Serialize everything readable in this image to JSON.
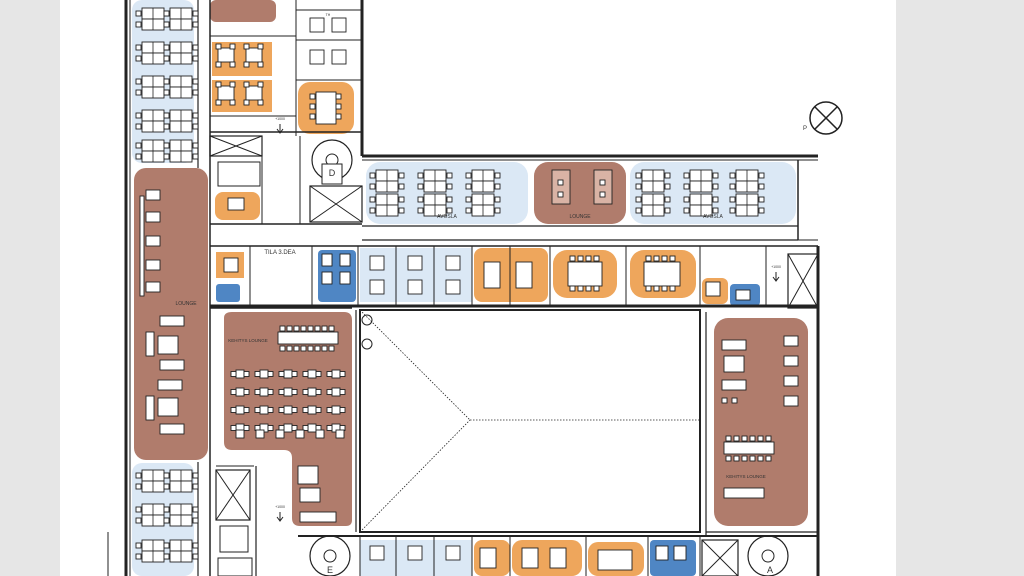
{
  "plan": {
    "zones": {
      "open_left": "AVOSLA",
      "open_right": "AVOSLA",
      "lounge_center": "LOUNGE",
      "lounge_left": "LOUNGE",
      "project_lounge_1": "KEHITYS LOUNGE",
      "project_lounge_2": "KEHITYS LOUNGE",
      "lobby": "TILA 3.DEA"
    },
    "stairs": [
      "D",
      "E",
      "A"
    ],
    "compass": "P",
    "small_labels": {
      "room": "TH",
      "level": "+1000"
    },
    "colors": {
      "open_office": "#dbe8f5",
      "lounge": "#b07c6c",
      "meeting": "#eea65c",
      "wc": "#4f86c4",
      "wall": "#222222",
      "page": "#ffffff",
      "background": "#e6e6e6"
    }
  }
}
